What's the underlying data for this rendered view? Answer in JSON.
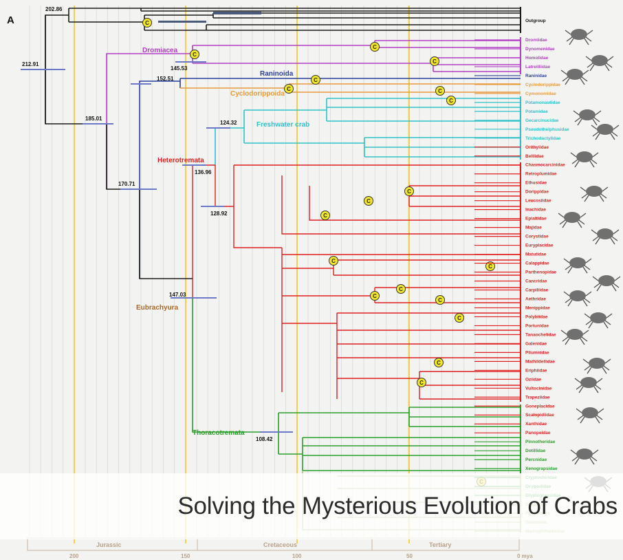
{
  "panel_label": "A",
  "title": "Solving the Mysterious Evolution of Crabs",
  "outgroup_label": "Outgroup",
  "calibration_symbol": "C",
  "clades": [
    {
      "id": "dromiacea",
      "label": "Dromiacea",
      "color": "#b23fc6"
    },
    {
      "id": "raninoida",
      "label": "Raninoida",
      "color": "#2b3f9a"
    },
    {
      "id": "cyclodorippoida",
      "label": "Cyclodorippoida",
      "color": "#e89a3c"
    },
    {
      "id": "freshwater",
      "label": "Freshwater crab",
      "color": "#2fc2c8"
    },
    {
      "id": "heterotremata",
      "label": "Heterotremata",
      "color": "#e02020"
    },
    {
      "id": "eubrachyura",
      "label": "Eubrachyura",
      "color": "#a86a2a"
    },
    {
      "id": "thoracotremata",
      "label": "Thoracotremata",
      "color": "#2aa02a"
    }
  ],
  "node_ages": [
    "202.86",
    "212.91",
    "185.01",
    "170.71",
    "152.51",
    "145.53",
    "124.32",
    "136.96",
    "128.92",
    "147.03",
    "108.42"
  ],
  "families": [
    {
      "name": "Dromiidae",
      "color": "#b23fc6"
    },
    {
      "name": "Dynomenidae",
      "color": "#b23fc6"
    },
    {
      "name": "Homolidae",
      "color": "#b23fc6"
    },
    {
      "name": "Latreilliidae",
      "color": "#b23fc6"
    },
    {
      "name": "Raninidae",
      "color": "#2b3f9a"
    },
    {
      "name": "Cyclodorippidae",
      "color": "#e89a3c"
    },
    {
      "name": "Cymonomidae",
      "color": "#e89a3c"
    },
    {
      "name": "Potamonautidae",
      "color": "#2fc2c8"
    },
    {
      "name": "Potamidae",
      "color": "#2fc2c8"
    },
    {
      "name": "Gecarcinucidae",
      "color": "#2fc2c8"
    },
    {
      "name": "Pseudothelphusidae",
      "color": "#2fc2c8"
    },
    {
      "name": "Trichodactylidae",
      "color": "#2fc2c8"
    },
    {
      "name": "Orithyiidae",
      "color": "#e02020"
    },
    {
      "name": "Belliidae",
      "color": "#e02020"
    },
    {
      "name": "Chasmocarcinidae",
      "color": "#e02020"
    },
    {
      "name": "Retroplumidae",
      "color": "#e02020"
    },
    {
      "name": "Ethusidae",
      "color": "#e02020"
    },
    {
      "name": "Dorippidae",
      "color": "#e02020"
    },
    {
      "name": "Leucosiidae",
      "color": "#e02020"
    },
    {
      "name": "Inachidae",
      "color": "#e02020"
    },
    {
      "name": "Epialtidae",
      "color": "#e02020"
    },
    {
      "name": "Majidae",
      "color": "#e02020"
    },
    {
      "name": "Corystidae",
      "color": "#e02020"
    },
    {
      "name": "Euryplacidae",
      "color": "#e02020"
    },
    {
      "name": "Matutidae",
      "color": "#e02020"
    },
    {
      "name": "Calappidae",
      "color": "#e02020"
    },
    {
      "name": "Parthenopidae",
      "color": "#e02020"
    },
    {
      "name": "Cancridae",
      "color": "#e02020"
    },
    {
      "name": "Carpiliidae",
      "color": "#e02020"
    },
    {
      "name": "Aethridae",
      "color": "#e02020"
    },
    {
      "name": "Menippidae",
      "color": "#e02020"
    },
    {
      "name": "Polybiidae",
      "color": "#e02020"
    },
    {
      "name": "Portunidae",
      "color": "#e02020"
    },
    {
      "name": "Tanaochelidae",
      "color": "#e02020"
    },
    {
      "name": "Galenidae",
      "color": "#e02020"
    },
    {
      "name": "Pilumnidae",
      "color": "#e02020"
    },
    {
      "name": "Mathildellidae",
      "color": "#e02020"
    },
    {
      "name": "Eriphiidae",
      "color": "#e02020"
    },
    {
      "name": "Oziidae",
      "color": "#e02020"
    },
    {
      "name": "Vultocinidae",
      "color": "#e02020"
    },
    {
      "name": "Trapeziidae",
      "color": "#e02020"
    },
    {
      "name": "Goneplacidae",
      "color": "#e02020"
    },
    {
      "name": "Scalopidiidae",
      "color": "#e02020"
    },
    {
      "name": "Xanthidae",
      "color": "#e02020"
    },
    {
      "name": "Panopeidae",
      "color": "#e02020"
    },
    {
      "name": "Pinnotheridae",
      "color": "#2aa02a"
    },
    {
      "name": "Dotillidae",
      "color": "#2aa02a"
    },
    {
      "name": "Percnidae",
      "color": "#2aa02a"
    },
    {
      "name": "Xenograpsidae",
      "color": "#2aa02a"
    },
    {
      "name": "Cryptochiridae",
      "color": "#2aa02a"
    },
    {
      "name": "Ocypodidae",
      "color": "#2aa02a"
    },
    {
      "name": "Glyptograpsidae",
      "color": "#2aa02a"
    },
    {
      "name": "Grapsidae",
      "color": "#a9c27a"
    },
    {
      "name": "Plagusiidae",
      "color": "#a9c27a"
    },
    {
      "name": "Varunidae",
      "color": "#a9c27a"
    },
    {
      "name": "Macrophthalmidae",
      "color": "#a9c27a"
    }
  ],
  "timescale": {
    "eras": [
      "Jurassic",
      "Cretaceous",
      "Tertiary"
    ],
    "ticks": [
      "200",
      "150",
      "100",
      "50",
      "0 mya"
    ]
  }
}
